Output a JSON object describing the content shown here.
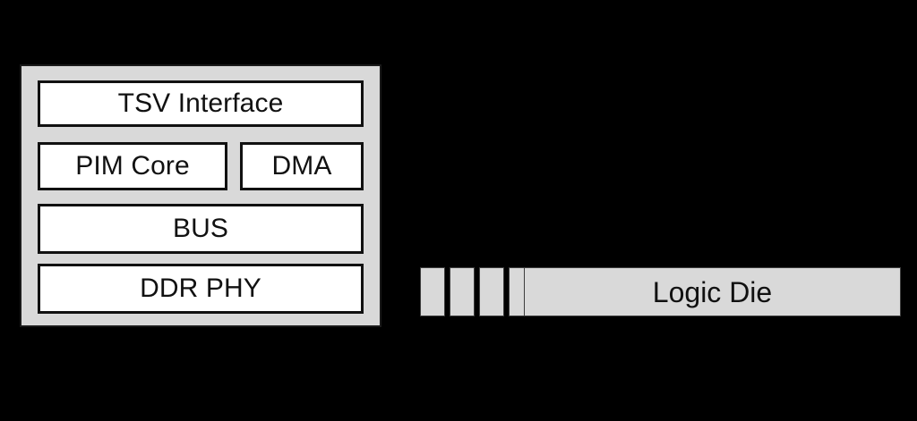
{
  "diagram": {
    "background_color": "#000000",
    "fill_color": "#d9d9d9",
    "box_fill_color": "#ffffff",
    "stroke_color": "#111111",
    "pim_module": {
      "blocks": [
        {
          "name": "tsv-interface",
          "label": "TSV Interface"
        },
        {
          "name": "pim-core",
          "label": "PIM Core"
        },
        {
          "name": "dma",
          "label": "DMA"
        },
        {
          "name": "bus",
          "label": "BUS"
        },
        {
          "name": "ddr-phy",
          "label": "DDR PHY"
        }
      ]
    },
    "logic_module": {
      "label": "Logic Die",
      "pillar_count": 4
    }
  }
}
